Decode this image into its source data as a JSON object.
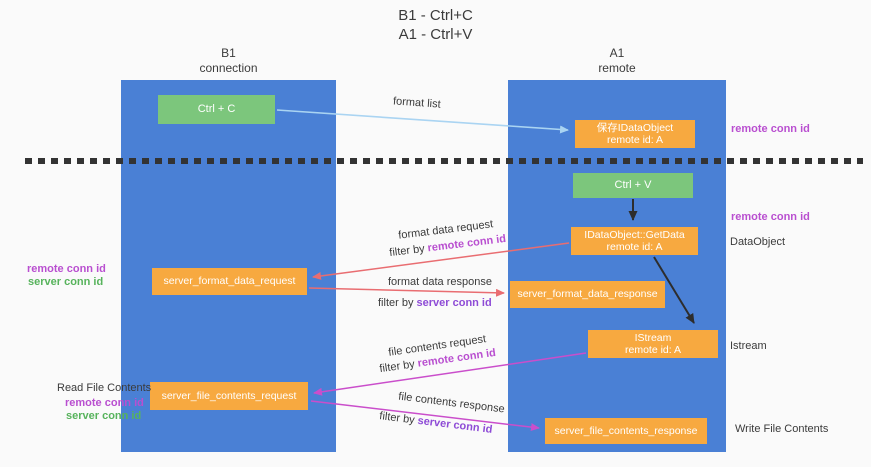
{
  "title": {
    "line1": "B1 - Ctrl+C",
    "line2": "A1 - Ctrl+V"
  },
  "columns": {
    "left": {
      "name": "B1",
      "role": "connection"
    },
    "right": {
      "name": "A1",
      "role": "remote"
    }
  },
  "boxes": {
    "ctrl_c": {
      "label": "Ctrl + C"
    },
    "save_idataobject": {
      "line1": "保存IDataObject",
      "line2": "remote id: A"
    },
    "ctrl_v": {
      "label": "Ctrl + V"
    },
    "getdata": {
      "line1": "IDataObject::GetData",
      "line2": "remote id: A"
    },
    "format_request": {
      "label": "server_format_data_request"
    },
    "format_response": {
      "label": "server_format_data_response"
    },
    "istream": {
      "line1": "IStream",
      "line2": "remote id: A"
    },
    "file_request": {
      "label": "server_file_contents_request"
    },
    "file_response": {
      "label": "server_file_contents_response"
    }
  },
  "flow_labels": {
    "format_list": "format list",
    "format_data_request": "format data request",
    "format_data_response": "format data response",
    "file_contents_request": "file contents request",
    "file_contents_response": "file contents response",
    "filter_by": "filter by ",
    "remote_conn_id": "remote conn id",
    "server_conn_id": "server conn id"
  },
  "side_labels": {
    "remote_conn_id": "remote conn id",
    "server_conn_id": "server conn id",
    "read_file_contents": "Read File Contents",
    "write_file_contents": "Write File Contents",
    "data_object": "DataObject",
    "istream": "Istream"
  },
  "colors": {
    "background": "#fafafa",
    "column_blue": "#4a80d5",
    "box_green": "#7cc67c",
    "box_orange": "#f7a940",
    "arrow_blue": "#aad4f2",
    "arrow_red": "#e96d71",
    "arrow_magenta": "#ca4ecb",
    "arrow_black": "#2d2d2d",
    "text_dark": "#3b3b3b",
    "remote_conn_magenta": "#b94fd0",
    "server_conn_purple": "#8e4bd6",
    "server_conn_green": "#57b35c",
    "dash_color": "#333333"
  }
}
